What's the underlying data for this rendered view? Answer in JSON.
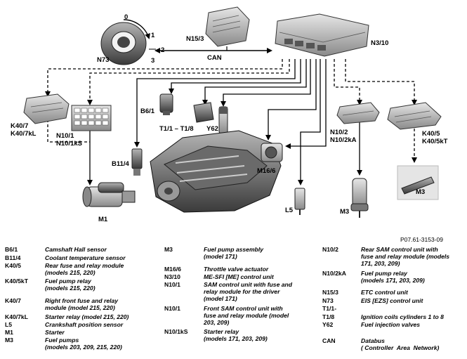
{
  "diagram": {
    "ref": "P07.61-3153-09",
    "labels": {
      "n73": "N73",
      "n15_3": "N15/3",
      "n3_10": "N3/10",
      "can": "CAN",
      "k40_7": "K40/7\nK40/7kL",
      "n10_1": "N10/1\nN10/1kS",
      "b6_1": "B6/1",
      "t1": "T1/1 – T1/8",
      "y62": "Y62",
      "b11_4": "B11/4",
      "m16_6": "M16/6",
      "n10_2": "N10/2\nN10/2kA",
      "k40_5": "K40/5\nK40/5kT",
      "m3_right": "M3",
      "m3_bottom": "M3",
      "m1": "M1",
      "l5": "L5",
      "pos0": "0",
      "pos1": "1",
      "pos2": "2",
      "pos3": "3"
    }
  },
  "legend": {
    "col1": [
      {
        "code": "B6/1",
        "desc": "Camshaft Hall sensor"
      },
      {
        "code": "B11/4",
        "desc": "Coolant temperature sensor"
      },
      {
        "code": "K40/5",
        "desc": "Rear fuse and relay module\n(models 215, 220)"
      },
      {
        "code": "K40/5kT",
        "desc": "Fuel pump relay\n(models 215, 220)"
      },
      {
        "code": "K40/7",
        "desc": "Right front fuse and relay\nmodule (model 215, 220)"
      },
      {
        "code": "K40/7kL",
        "desc": "Starter relay (model 215, 220)"
      },
      {
        "code": "L5",
        "desc": "Crankshaft position sensor"
      },
      {
        "code": "M1",
        "desc": "Starter"
      },
      {
        "code": "M3",
        "desc": "Fuel pumps\n(models 203, 209, 215, 220)"
      }
    ],
    "col2": [
      {
        "code": "M3",
        "desc": "Fuel pump assembly\n(model 171)"
      },
      {
        "code": "M16/6",
        "desc": "Throttle valve actuator"
      },
      {
        "code": "N3/10",
        "desc": "ME-SFI [ME] control unit"
      },
      {
        "code": "N10/1",
        "desc": "SAM control unit with fuse and\nrelay module for the driver\n(model 171)"
      },
      {
        "code": "N10/1",
        "desc": "Front SAM control unit with\nfuse and relay module (model\n203, 209)"
      },
      {
        "code": "N10/1kS",
        "desc": "Starter relay\n(models 171, 203, 209)"
      }
    ],
    "col3": [
      {
        "code": "N10/2",
        "desc": "Rear SAM control unit with\nfuse and relay module (models\n171, 203, 209)"
      },
      {
        "code": "N10/2kA",
        "desc": "Fuel pump relay\n(models 171, 203, 209)"
      },
      {
        "code": "N15/3",
        "desc": "ETC control unit"
      },
      {
        "code": "N73",
        "desc": "EIS [EZS] control unit"
      },
      {
        "code": "T1/1-",
        "desc": ""
      },
      {
        "code": "T1/8",
        "desc": "Ignition coils cylinders 1 to 8"
      },
      {
        "code": "Y62",
        "desc": "Fuel injection valves"
      },
      {
        "code": "CAN",
        "desc": "Databus\n( Controller  Area  Network)"
      }
    ]
  }
}
